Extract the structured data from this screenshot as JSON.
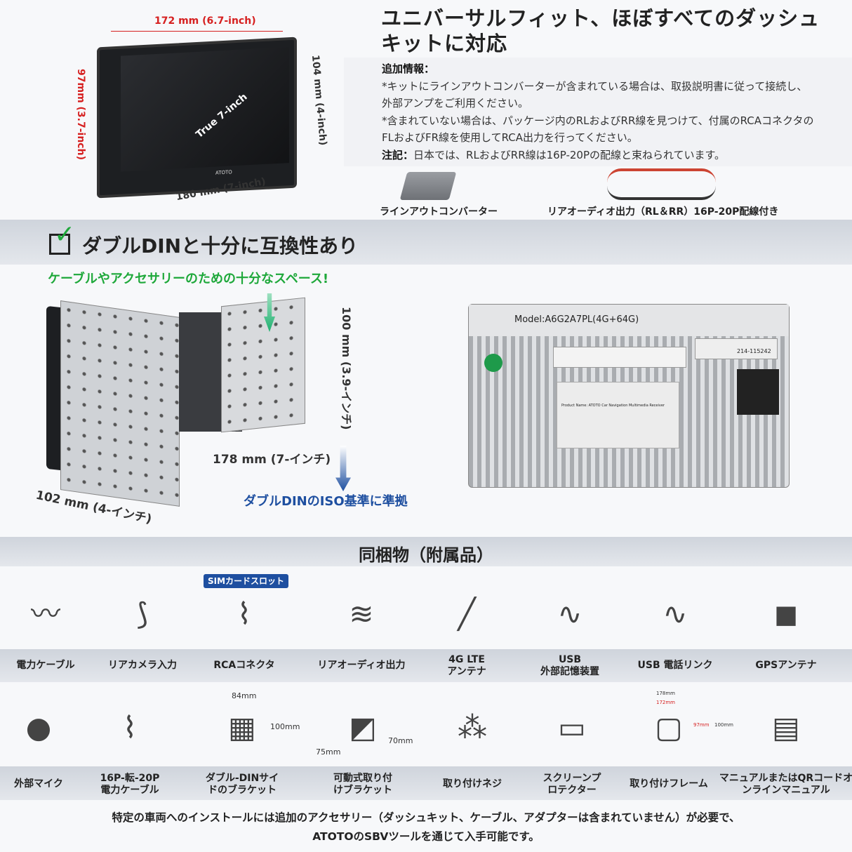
{
  "title_lines": [
    "ユニバーサルフィット、ほぼすべてのダッシュ",
    "キットに対応"
  ],
  "info": {
    "heading": "追加情報：",
    "line1": "*キットにラインアウトコンバーターが含まれている場合は、取扱説明書に従って接続し、",
    "line2": "外部アンプをご利用ください。",
    "line3": "*含まれていない場合は、パッケージ内のRLおよびRR線を見つけて、付属のRCAコネクタの",
    "line4": "FLおよびFR線を使用してRCA出力を行ってください。",
    "note_label": "注記：",
    "note": "日本では、RLおよびRR線は16P-20Pの配線と束ねられています。"
  },
  "accessory_captions": [
    "ラインアウトコンバーター",
    "リアオーディオ出力（RL＆RR）16P-20P配線付き"
  ],
  "screen_dims": {
    "width_top": "172 mm (6.7-inch)",
    "height_left": "97mm (3.7-inch)",
    "height_right": "104 mm (4-inch)",
    "width_bottom": "180 mm (7-inch)",
    "diagonal": "True 7-inch",
    "brand": "ATOTO"
  },
  "din_section": {
    "heading": "ダブルDINと十分に互換性あり",
    "subheading": "ケーブルやアクセサリーのための十分なスペース!",
    "dim_height": "100 mm (3.9-インチ)",
    "dim_depth": "178 mm (7-インチ)",
    "dim_width": "102 mm (4-インチ)",
    "iso": "ダブルDINのISO基準に準拠",
    "model": "Model:A6G2A7PL(4G+64G)",
    "cert": "214-115242",
    "label_title": "Product Name: ATOTO Car Navigation Multimedia Receiver"
  },
  "package": {
    "heading": "同梱物（附属品）",
    "sim_badge": "SIMカードスロット",
    "row1": [
      {
        "label": "電力ケーブル",
        "icon": "power-cable"
      },
      {
        "label": "リアカメラ入力",
        "icon": "rear-camera-cable"
      },
      {
        "label": "RCAコネクタ",
        "icon": "rca-connector"
      },
      {
        "label": "リアオーディオ出力",
        "icon": "rear-audio-cable"
      },
      {
        "label": "4G LTE\nアンテナ",
        "icon": "lte-antenna"
      },
      {
        "label": "USB\n外部記憶装置",
        "icon": "usb-cable"
      },
      {
        "label": "USB 電話リンク",
        "icon": "usb-phonelink-cable"
      },
      {
        "label": "GPSアンテナ",
        "icon": "gps-antenna"
      }
    ],
    "row2": [
      {
        "label": "外部マイク",
        "icon": "microphone"
      },
      {
        "label": "16P-転-20P\n電力ケーブル",
        "icon": "adapter-cable"
      },
      {
        "label": "ダブル-DINサイ\nドのブラケット",
        "icon": "side-brackets"
      },
      {
        "label": "可動式取り付\nけブラケット",
        "icon": "movable-bracket"
      },
      {
        "label": "取り付けネジ",
        "icon": "screws"
      },
      {
        "label": "スクリーンプ\nロテクター",
        "icon": "screen-protector"
      },
      {
        "label": "取り付けフレーム",
        "icon": "mounting-frame"
      },
      {
        "label": "マニュアルまたはQRコードオ\nンラインマニュアル",
        "icon": "manual"
      }
    ],
    "bracket_dims": {
      "w": "84mm",
      "h": "100mm"
    },
    "movable_dims": {
      "a": "75mm",
      "b": "70mm"
    },
    "frame_dims": {
      "outer": "178mm",
      "inner": "172mm",
      "h_in": "97mm",
      "h_out": "100mm"
    }
  },
  "footer": [
    "特定の車両へのインストールには追加のアクセサリー（ダッシュキット、ケーブル、アダプターは含まれていません）が必要で、",
    "ATOTOのSBVツールを通じて入手可能です。"
  ],
  "colors": {
    "accent_red": "#d62020",
    "accent_green": "#1ea83a",
    "accent_blue": "#1e4fa0",
    "band": "#d6dae1"
  }
}
